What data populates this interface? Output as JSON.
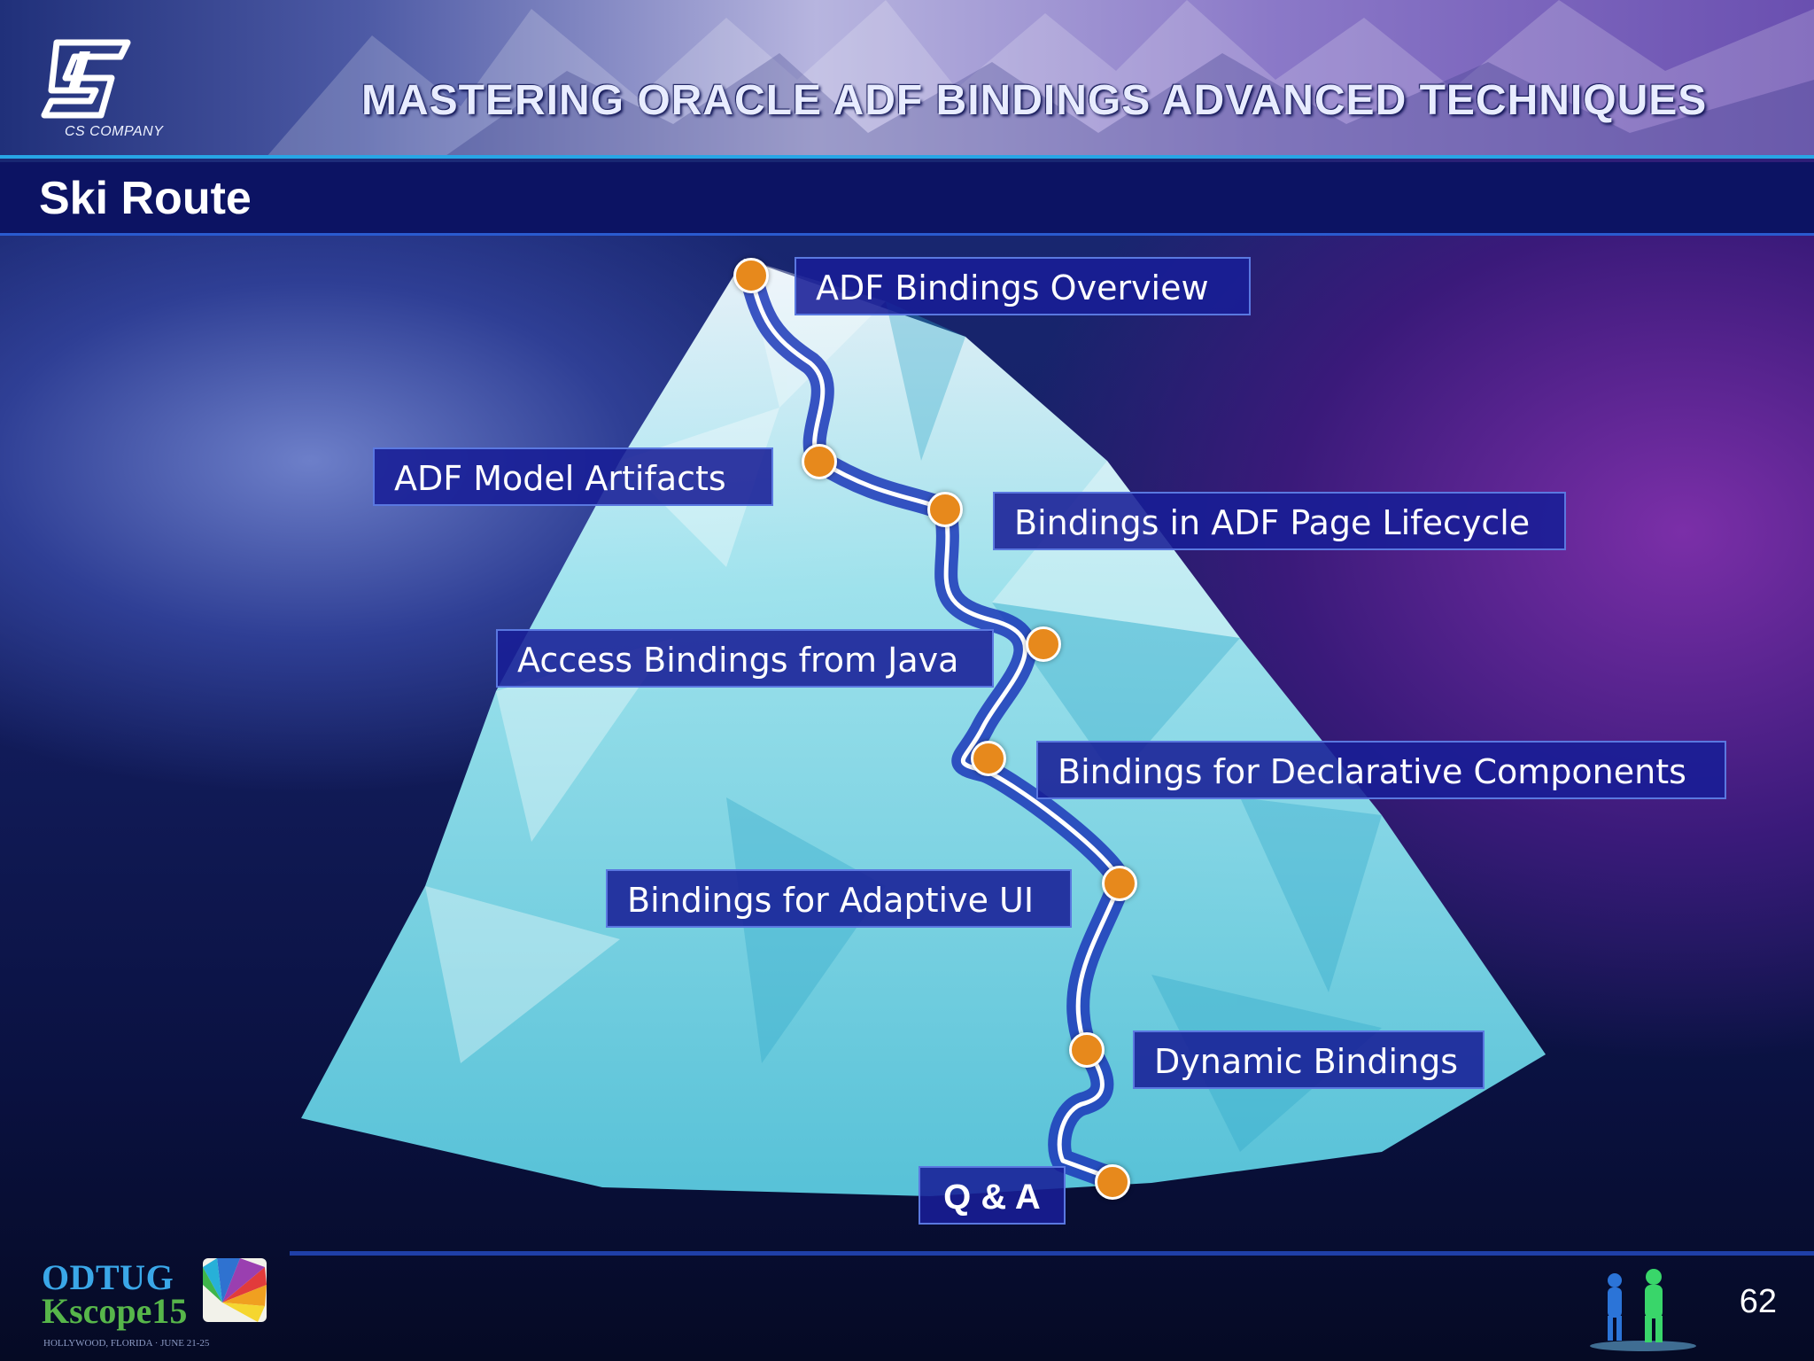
{
  "header": {
    "logo_text": "CS COMPANY",
    "title": "MASTERING ORACLE ADF BINDINGS ADVANCED TECHNIQUES"
  },
  "slide_title": "Ski Route",
  "route": [
    {
      "label": "ADF Bindings Overview"
    },
    {
      "label": "ADF Model Artifacts"
    },
    {
      "label": "Bindings in ADF Page Lifecycle"
    },
    {
      "label": "Access Bindings from Java"
    },
    {
      "label": "Bindings for Declarative Components"
    },
    {
      "label": "Bindings for Adaptive UI"
    },
    {
      "label": "Dynamic Bindings"
    },
    {
      "label": "Q & A"
    }
  ],
  "footer": {
    "conference_name": "ODTUG",
    "conference_sub": "Kscope15",
    "conference_location": "HOLLYWOOD, FLORIDA · JUNE 21-25",
    "page_number": "62"
  },
  "colors": {
    "accent": "#e7891c",
    "label_bg": "#181e96",
    "title_bar": "#0c1363",
    "line": "#27a6e6"
  }
}
